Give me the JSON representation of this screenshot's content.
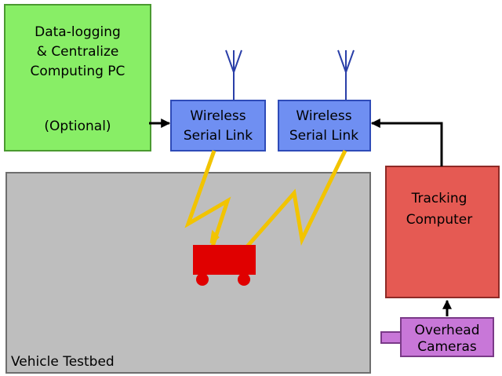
{
  "colors": {
    "pc_fill": "#88ee66",
    "pc_stroke": "#4a9a30",
    "wireless_fill": "#6f8ff2",
    "wireless_stroke": "#2e4bb8",
    "testbed_fill": "#bebebe",
    "testbed_stroke": "#6e6e6e",
    "tracking_fill": "#e55a53",
    "tracking_stroke": "#8e2a26",
    "camera_fill": "#c877d8",
    "camera_stroke": "#7a3a88",
    "vehicle_fill": "#e00000",
    "signal": "#f2c400",
    "arrow": "#000000",
    "antenna": "#2a3fa8"
  },
  "pc": {
    "line1": "Data-logging",
    "line2": "& Centralize",
    "line3": "Computing PC",
    "line4": "(Optional)"
  },
  "wireless_left": {
    "line1": "Wireless",
    "line2": "Serial Link"
  },
  "wireless_right": {
    "line1": "Wireless",
    "line2": "Serial Link"
  },
  "tracking": {
    "line1": "Tracking",
    "line2": "Computer"
  },
  "cameras": {
    "line1": "Overhead",
    "line2": "Cameras"
  },
  "testbed": {
    "label": "Vehicle Testbed"
  },
  "icons": {
    "antenna": "antenna-icon",
    "vehicle": "vehicle-icon",
    "camera": "camera-icon"
  }
}
